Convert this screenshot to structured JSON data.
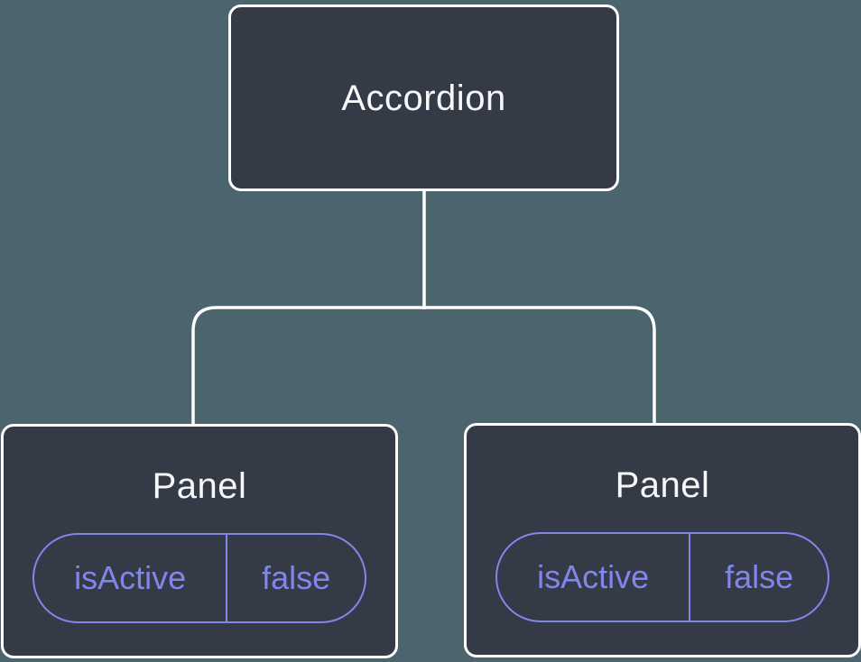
{
  "diagram": {
    "type": "component-tree",
    "root": {
      "label": "Accordion"
    },
    "children": [
      {
        "label": "Panel",
        "prop": {
          "name": "isActive",
          "value": "false"
        }
      },
      {
        "label": "Panel",
        "prop": {
          "name": "isActive",
          "value": "false"
        }
      }
    ]
  },
  "colors": {
    "background": "#4C646E",
    "node_fill": "#343A46",
    "node_border": "#FFFFFF",
    "connector": "#FFFFFF",
    "prop_accent": "#8186EC",
    "title_text": "#F6F7F9"
  }
}
